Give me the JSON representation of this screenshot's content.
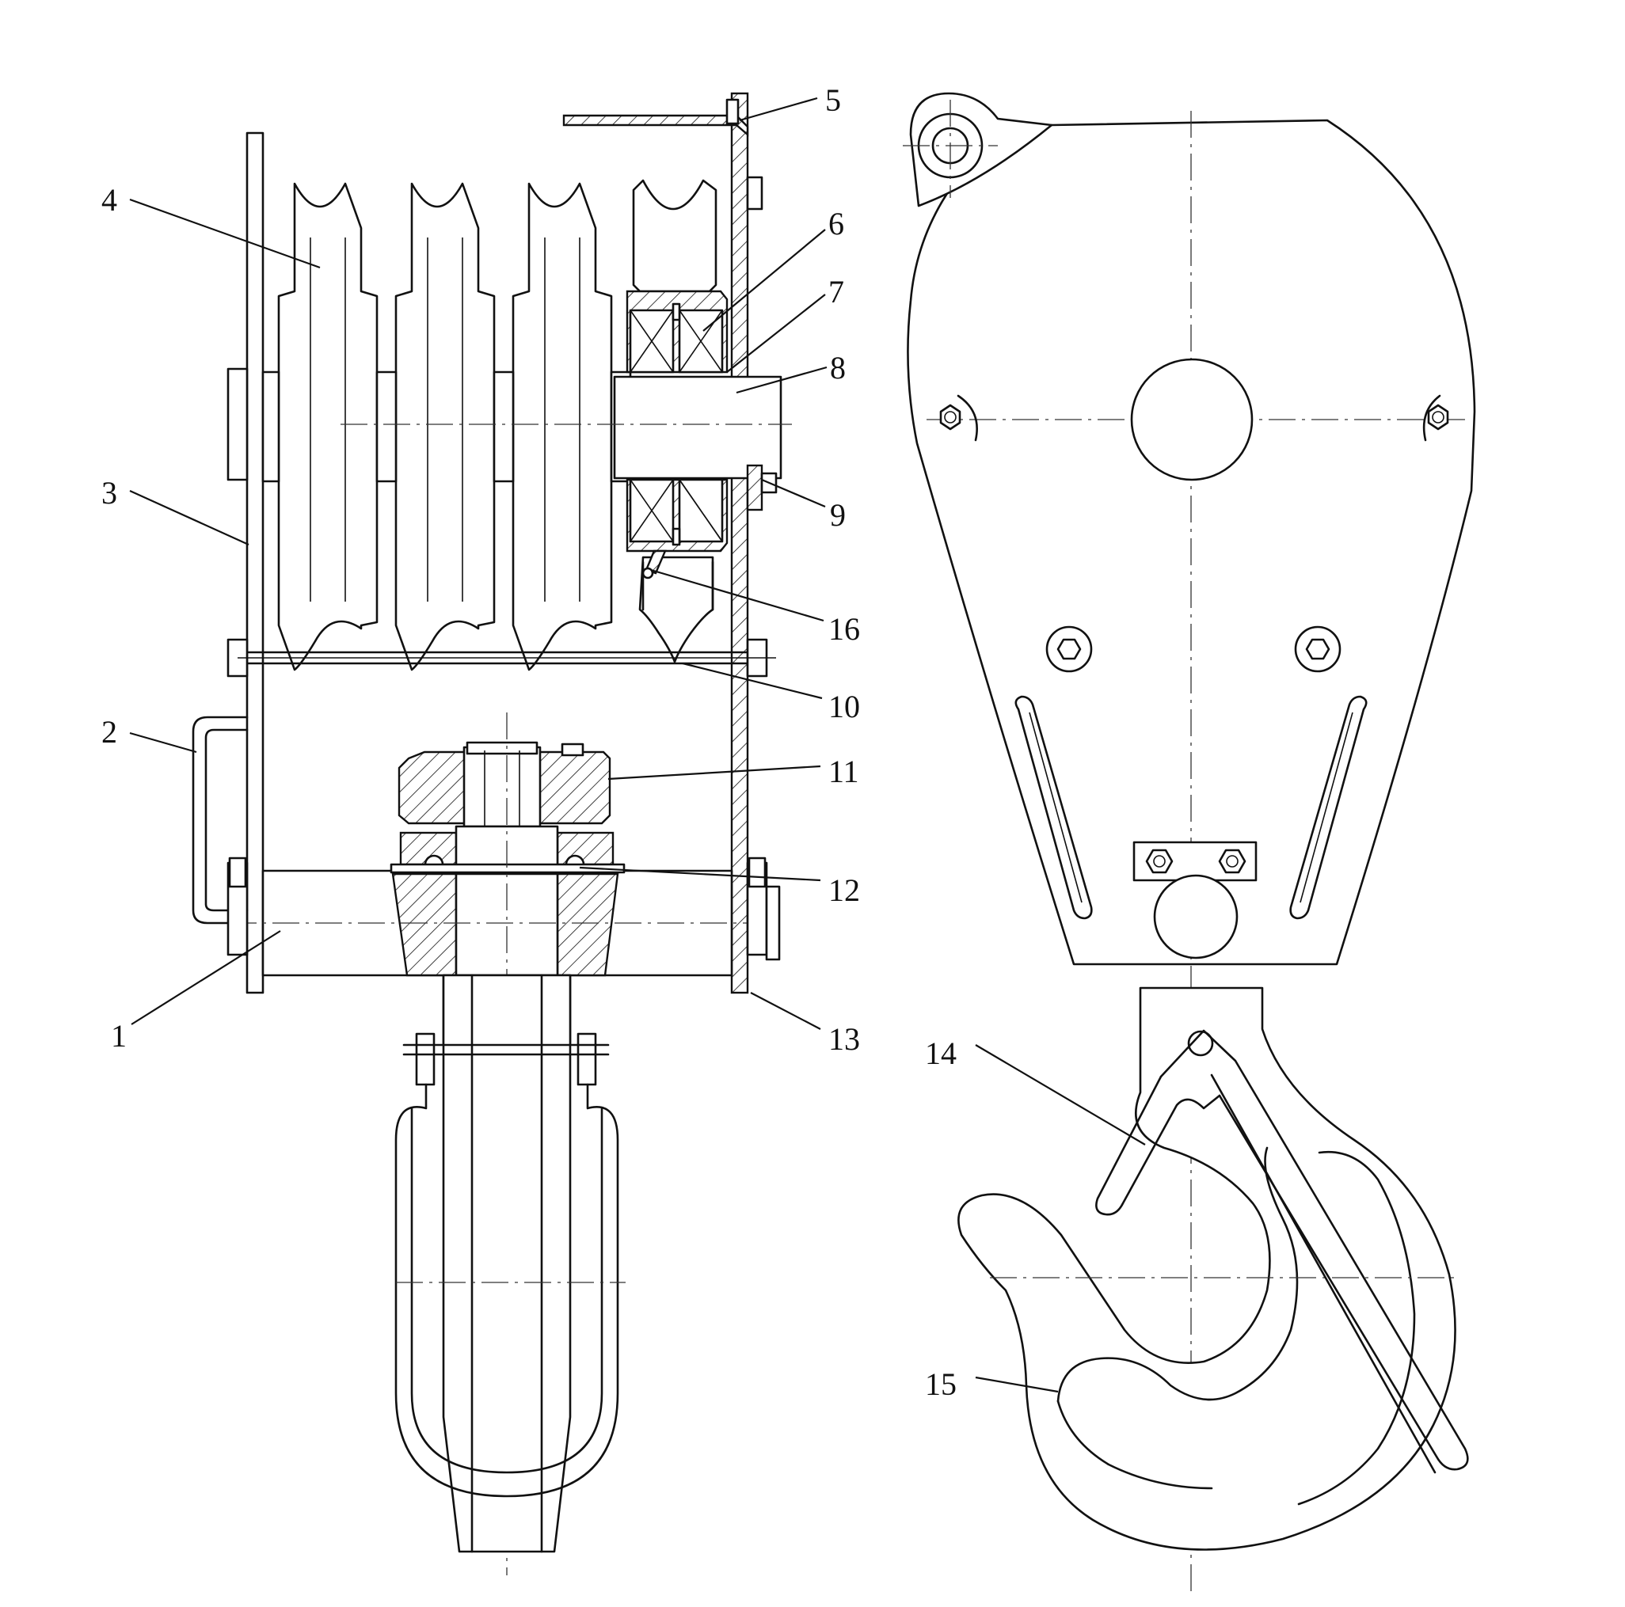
{
  "labels": [
    {
      "id": "1",
      "text": "1"
    },
    {
      "id": "2",
      "text": "2"
    },
    {
      "id": "3",
      "text": "3"
    },
    {
      "id": "4",
      "text": "4"
    },
    {
      "id": "5",
      "text": "5"
    },
    {
      "id": "6",
      "text": "6"
    },
    {
      "id": "7",
      "text": "7"
    },
    {
      "id": "8",
      "text": "8"
    },
    {
      "id": "9",
      "text": "9"
    },
    {
      "id": "10",
      "text": "10"
    },
    {
      "id": "11",
      "text": "11"
    },
    {
      "id": "12",
      "text": "12"
    },
    {
      "id": "13",
      "text": "13"
    },
    {
      "id": "14",
      "text": "14"
    },
    {
      "id": "15",
      "text": "15"
    },
    {
      "id": "16",
      "text": "16"
    }
  ],
  "line_color": "#111111",
  "background": "#ffffff"
}
